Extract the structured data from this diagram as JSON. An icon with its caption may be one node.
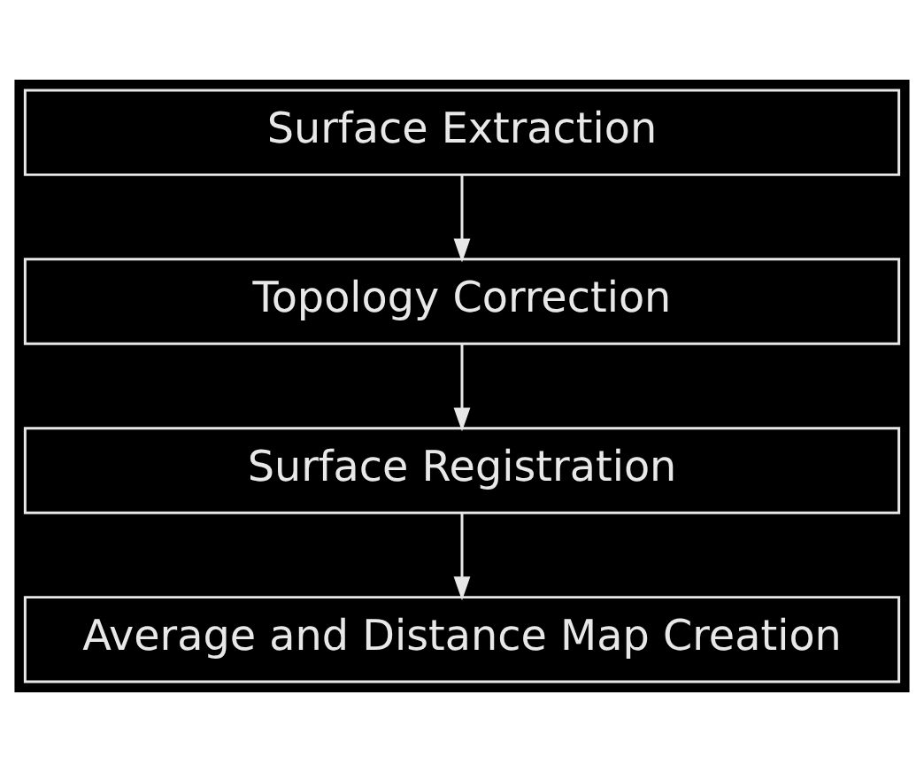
{
  "diagram": {
    "nodes": [
      {
        "text": [
          "Surface Extraction"
        ]
      },
      {
        "text": [
          "Topology Correction"
        ]
      },
      {
        "text": [
          "Surface Registration"
        ]
      },
      {
        "text": [
          "Average and Distance Map Creation"
        ]
      }
    ],
    "edges": [
      {
        "from": 0,
        "to": 1,
        "arrow": "to"
      },
      {
        "from": 1,
        "to": 2,
        "arrow": "to"
      },
      {
        "from": 2,
        "to": 3,
        "arrow": "to"
      }
    ]
  }
}
